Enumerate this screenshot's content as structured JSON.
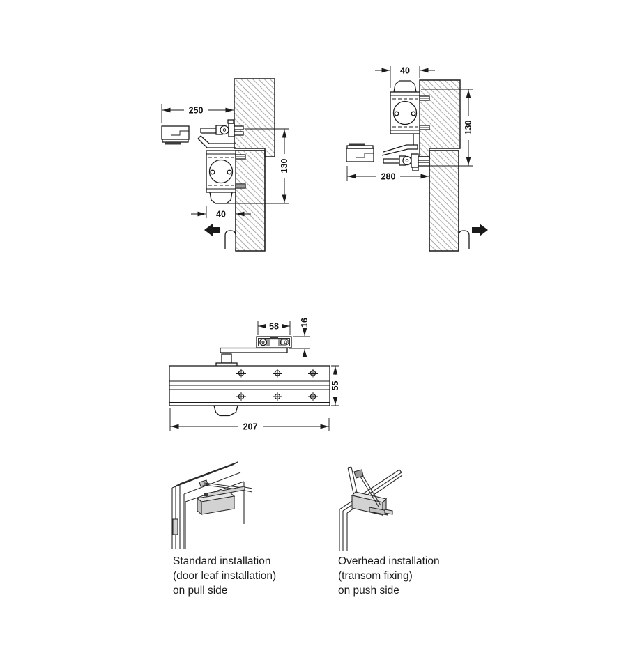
{
  "dimensions": {
    "pull_side": {
      "projection": "250",
      "height": "130",
      "body_depth": "40"
    },
    "push_side": {
      "frame_depth": "40",
      "height": "130",
      "projection": "280"
    },
    "front_view": {
      "bracket_width": "58",
      "bracket_depth": "16",
      "body_height": "55",
      "body_length": "207"
    }
  },
  "captions": {
    "standard_installation": {
      "line1": "Standard installation",
      "line2": "(door leaf installation)",
      "line3": "on pull side"
    },
    "overhead_installation": {
      "line1": "Overhead installation",
      "line2": "(transom fixing)",
      "line3": "on push side"
    }
  },
  "colors": {
    "line": "#1a1a1a",
    "hatch": "#999999",
    "arrow_black": "#1a1a1a",
    "sketch_gray_light": "#e6e6e6",
    "sketch_gray_mid": "#d2d2d2",
    "sketch_gray_dark": "#c2c2c2",
    "background": "#ffffff"
  }
}
